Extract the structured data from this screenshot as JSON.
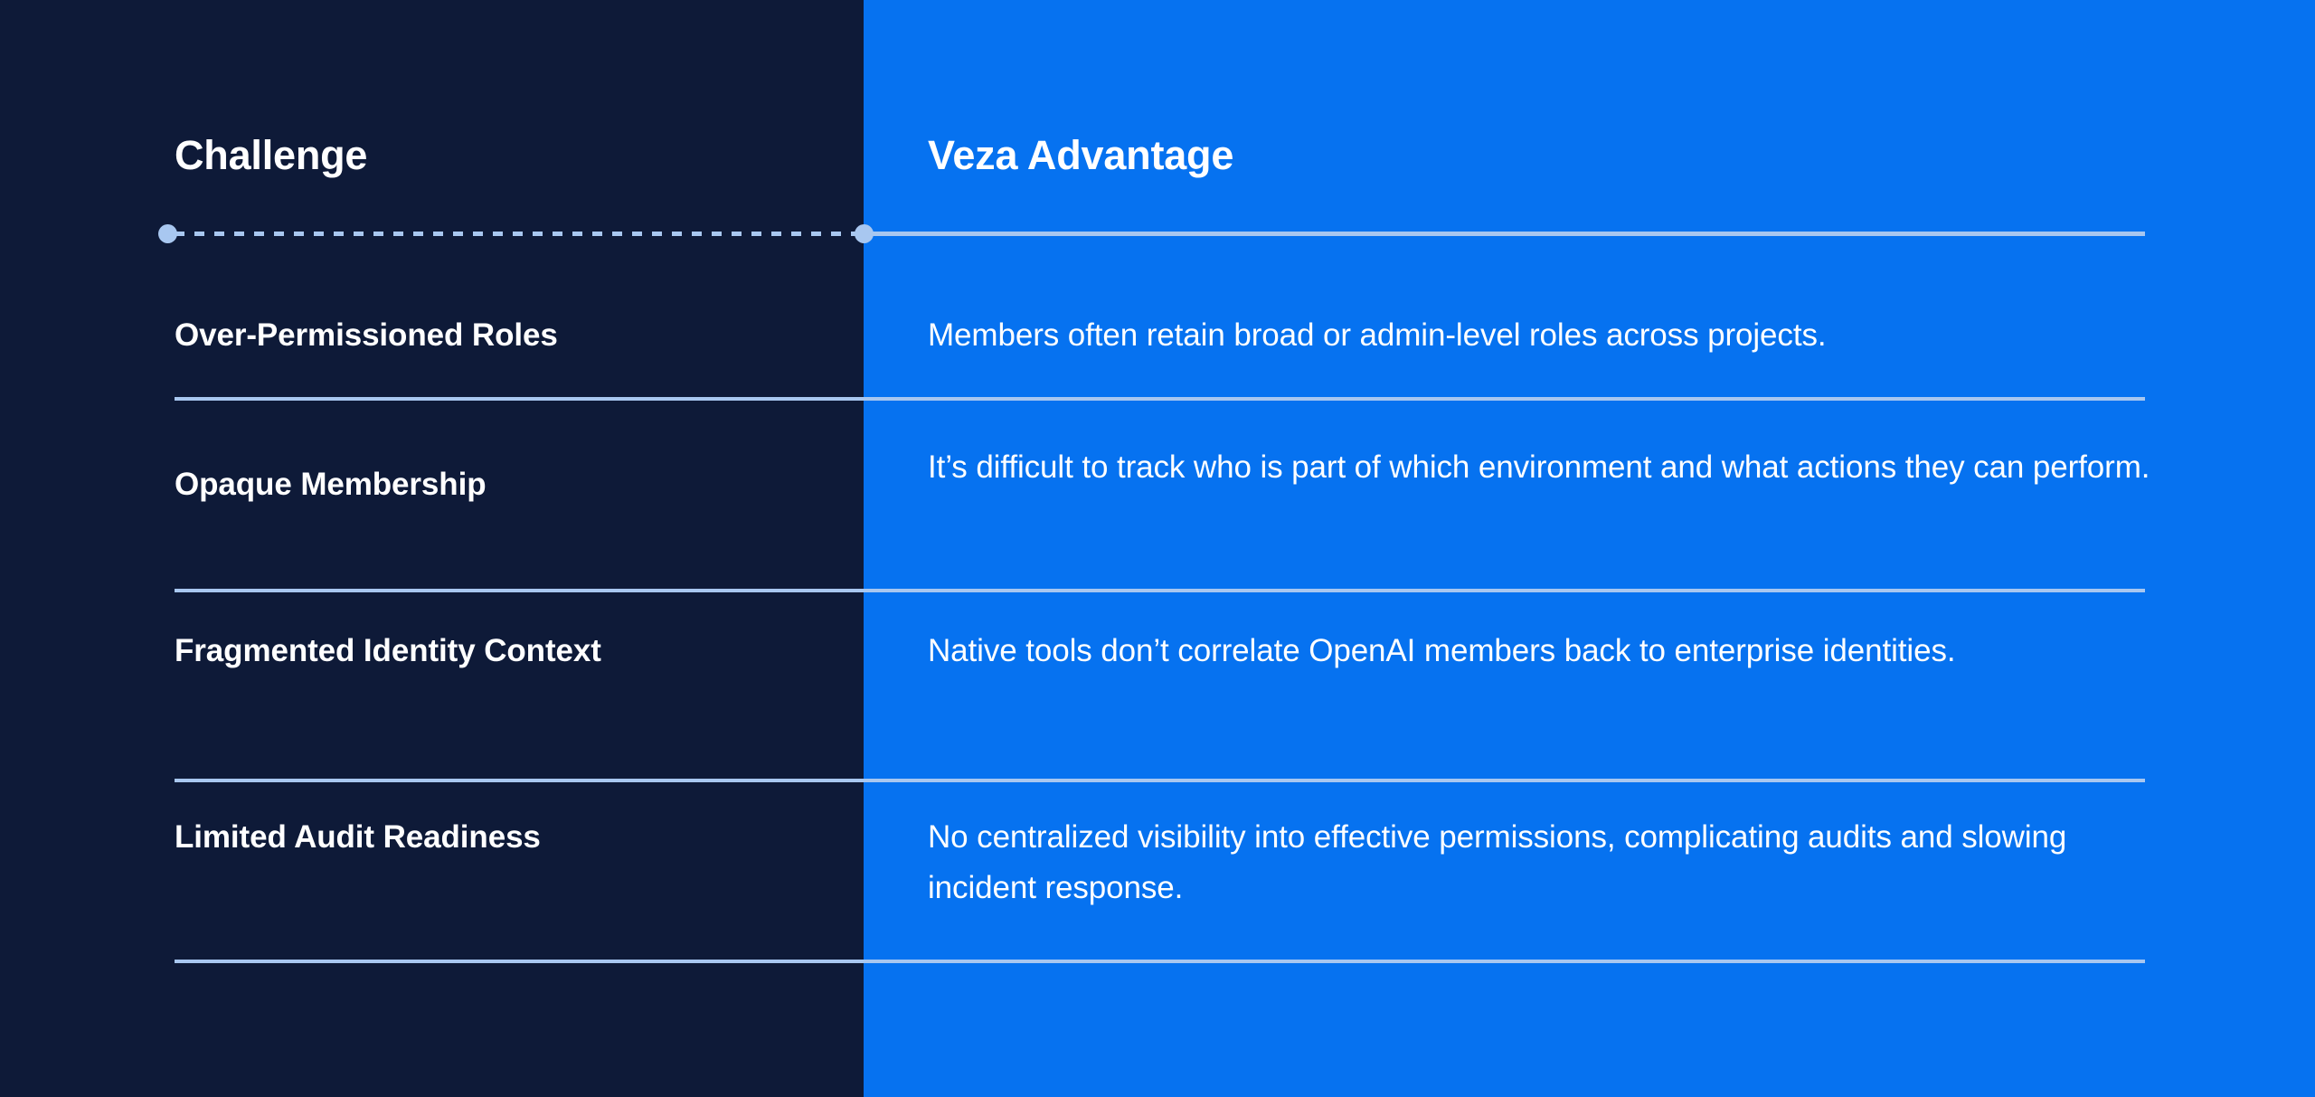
{
  "colors": {
    "panel_left_bg": "#0E1A38",
    "panel_right_bg": "#0672F0",
    "rule": "#A8C7F0",
    "text": "#FFFFFF"
  },
  "headers": {
    "left": "Challenge",
    "right": "Veza Advantage"
  },
  "rows": [
    {
      "challenge": "Over-Permissioned Roles",
      "advantage": "Members often retain broad or admin-level roles across projects."
    },
    {
      "challenge": "Opaque Membership",
      "advantage": "It’s difficult to track who is part of which environment and what actions they can perform."
    },
    {
      "challenge": "Fragmented Identity Context",
      "advantage": "Native tools don’t correlate OpenAI members back to enterprise identities."
    },
    {
      "challenge": "Limited Audit Readiness",
      "advantage": "No centralized visibility into effective permissions, complicating audits and slowing incident response."
    }
  ]
}
